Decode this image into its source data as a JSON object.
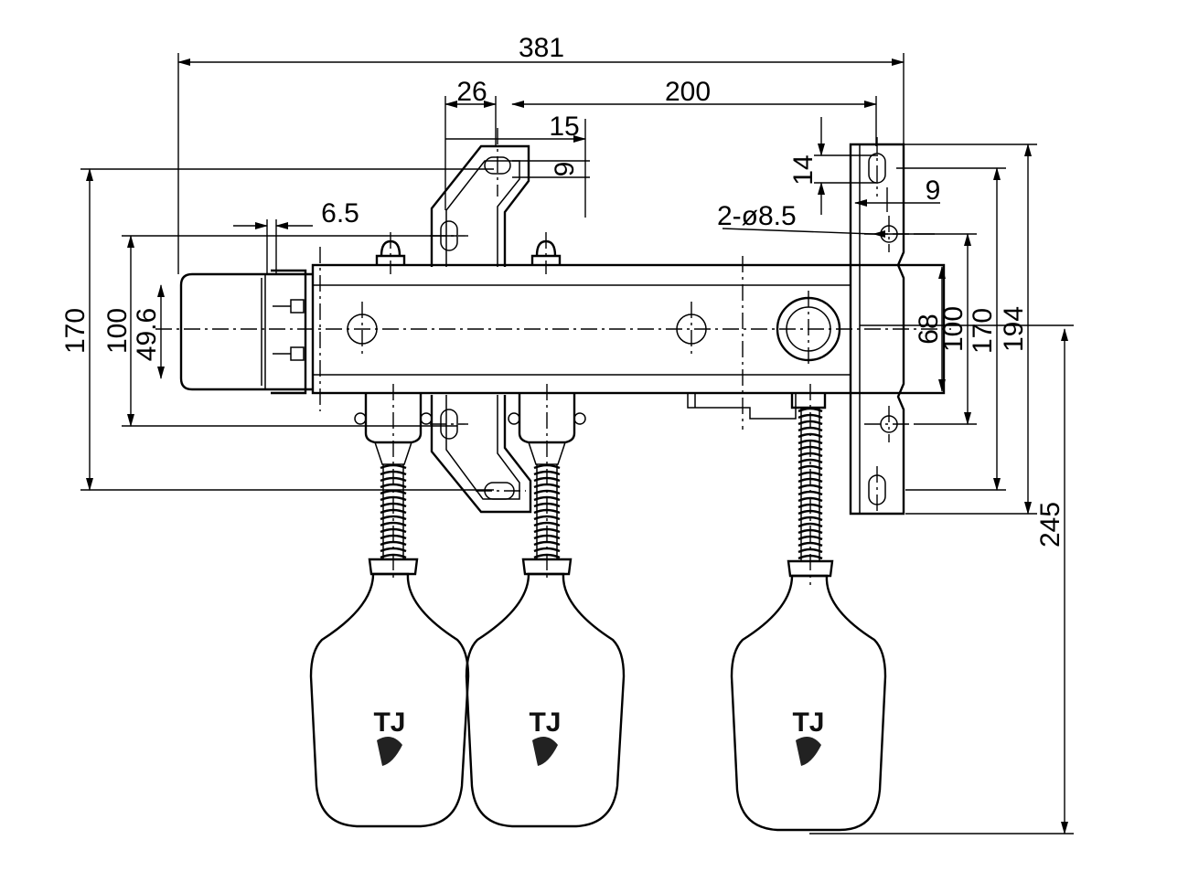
{
  "dimensions": {
    "overall_width": "381",
    "slot_offset": "26",
    "hole_spacing": "200",
    "slot_width_left": "15",
    "slot_height_left": "9",
    "slot_height_right": "14",
    "slot_width_right": "9",
    "mounting_holes": "2-ø8.5",
    "clip_thickness": "6.5",
    "left_170": "170",
    "left_100": "100",
    "left_49_6": "49.6",
    "right_68": "68",
    "right_100": "100",
    "right_170": "170",
    "right_194": "194",
    "drop_245": "245"
  },
  "float_logo": "TJ"
}
